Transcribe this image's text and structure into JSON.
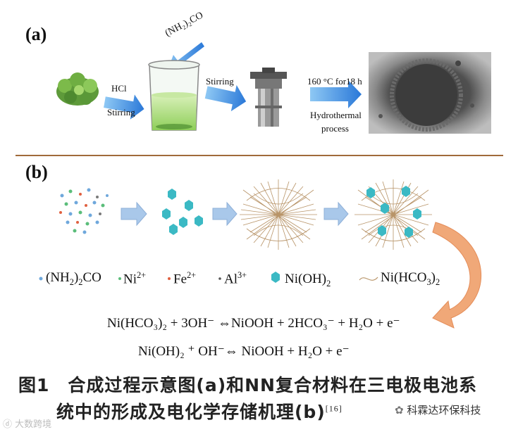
{
  "panel_a": {
    "label": "(a)",
    "reagent": "(NH₂)₂CO",
    "step1_top": "HCl",
    "step1_bottom": "Stirring",
    "step2": "Stirring",
    "step3_top": "160 °C for18 h",
    "step3_mid": "Hydrothermal",
    "step3_bottom": "process"
  },
  "panel_b": {
    "label": "(b)",
    "legend": {
      "urea": "(NH₂)₂CO",
      "ni": "Ni",
      "ni_charge": "2+",
      "fe": "Fe",
      "fe_charge": "2+",
      "al": "Al",
      "al_charge": "3+",
      "nioh": "Ni(OH)",
      "nioh_sub": "2",
      "nihco3": "Ni(HCO",
      "nihco3_sub1": "3",
      "nihco3_close": ")",
      "nihco3_sub2": "2"
    },
    "colors": {
      "urea": "#6fa8dc",
      "ni": "#5bbd7a",
      "fe": "#e06040",
      "al": "#7a7a7a",
      "hex": "#3bb9c4",
      "fiber": "#b89468",
      "arrow": "#f0a878"
    }
  },
  "equations": {
    "eq1": "Ni(HCO₃)₂ + 3OH⁻ ⇔NiOOH + 2HCO₃⁻ + H₂O + e⁻",
    "eq2": "Ni(OH)₂ ⁺ OH⁻⇔ NiOOH + H₂O + e⁻"
  },
  "caption": {
    "line1": "图1　合成过程示意图(a)和NN复合材料在三电极电池系",
    "line2": "统中的形成及电化学存储机理(b)",
    "ref": "[16]"
  },
  "watermarks": {
    "left": "大数跨境",
    "right": "科霖达环保科技"
  }
}
